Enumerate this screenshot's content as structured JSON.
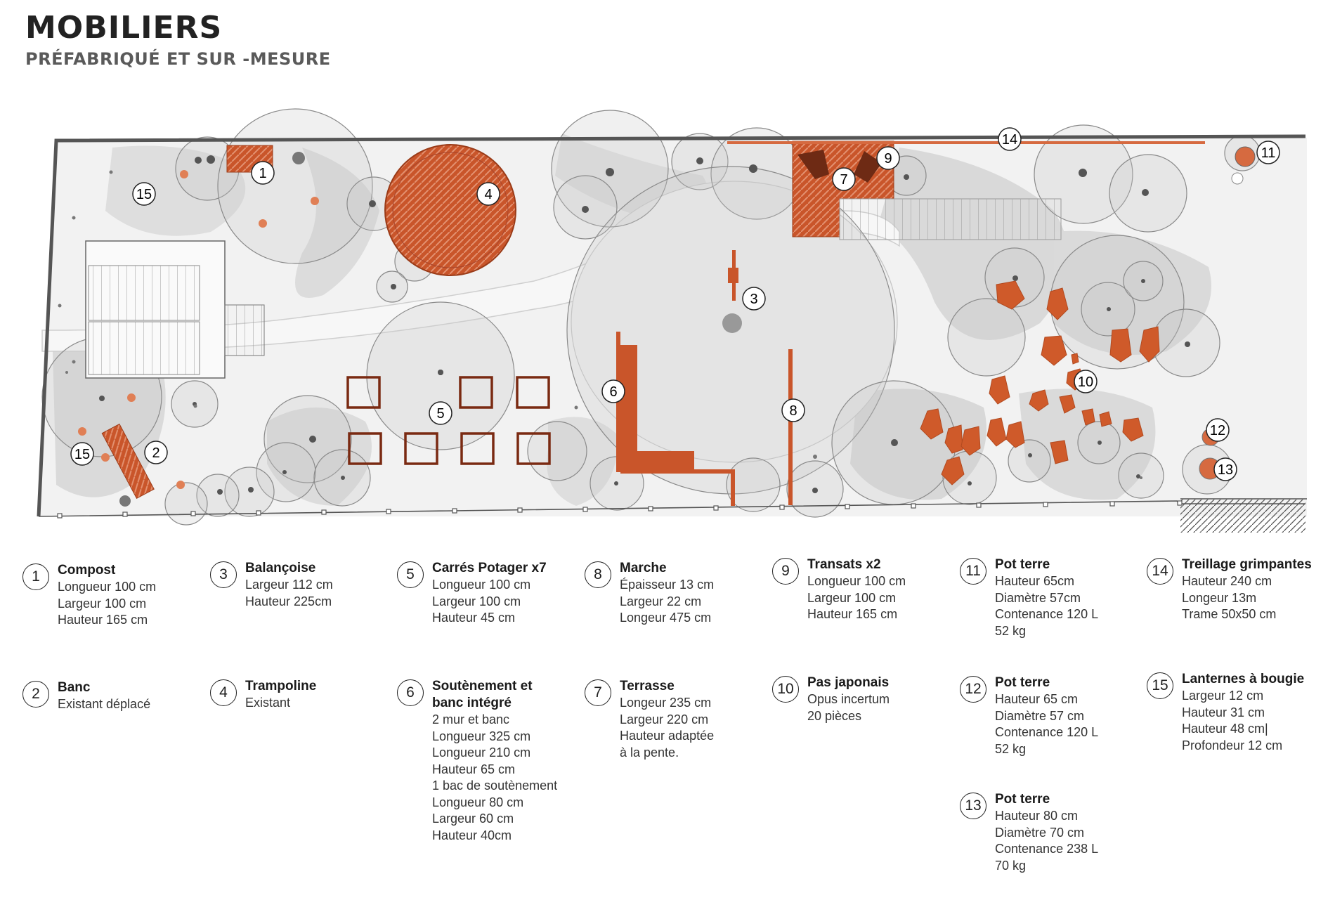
{
  "header": {
    "title": "MOBILIERS",
    "subtitle": "PRÉFABRIQUÉ ET SUR -MESURE"
  },
  "colors": {
    "accent": "#c9552a",
    "shade": "#dcdcdc",
    "wall": "#555555",
    "ink": "#222222"
  },
  "plan_markers": [
    "1",
    "2",
    "3",
    "4",
    "5",
    "6",
    "7",
    "8",
    "9",
    "10",
    "11",
    "12",
    "13",
    "14",
    "15",
    "15"
  ],
  "legend": [
    {
      "num": "1",
      "title": "Compost",
      "lines": [
        "Longueur 100 cm",
        "Largeur 100 cm",
        "Hauteur 165 cm"
      ]
    },
    {
      "num": "2",
      "title": "Banc",
      "lines": [
        "Existant déplacé"
      ]
    },
    {
      "num": "3",
      "title": "Balançoise",
      "lines": [
        "Largeur 112 cm",
        "Hauteur 225cm"
      ]
    },
    {
      "num": "4",
      "title": "Trampoline",
      "lines": [
        "Existant"
      ]
    },
    {
      "num": "5",
      "title": "Carrés Potager x7",
      "lines": [
        "Longueur 100 cm",
        "Largeur 100 cm",
        "Hauteur 45 cm"
      ]
    },
    {
      "num": "6",
      "title": "Soutènement et banc intégré",
      "lines": [
        "2 mur et banc",
        "Longueur 325 cm",
        "Longueur 210 cm",
        "Hauteur 65 cm",
        "1 bac de soutènement",
        "Longueur 80 cm",
        "Largeur 60 cm",
        "Hauteur 40cm"
      ]
    },
    {
      "num": "8",
      "title": "Marche",
      "lines": [
        "Épaisseur 13 cm",
        "Largeur 22 cm",
        "Longeur 475 cm"
      ]
    },
    {
      "num": "7",
      "title": "Terrasse",
      "lines": [
        "Longeur 235 cm",
        "Largeur 220 cm",
        "Hauteur adaptée",
        "à la pente."
      ]
    },
    {
      "num": "9",
      "title": "Transats x2",
      "lines": [
        "Longueur 100 cm",
        "Largeur 100 cm",
        "Hauteur 165 cm"
      ]
    },
    {
      "num": "10",
      "title": "Pas japonais",
      "lines": [
        "Opus incertum",
        "20 pièces"
      ]
    },
    {
      "num": "11",
      "title": "Pot terre",
      "lines": [
        "Hauteur 65cm",
        "Diamètre 57cm",
        "Contenance 120 L",
        "52 kg"
      ]
    },
    {
      "num": "12",
      "title": "Pot terre",
      "lines": [
        "Hauteur 65 cm",
        "Diamètre 57 cm",
        "Contenance 120 L",
        "52 kg"
      ]
    },
    {
      "num": "13",
      "title": "Pot terre",
      "lines": [
        "Hauteur 80 cm",
        "Diamètre 70 cm",
        "Contenance 238 L",
        "70 kg"
      ]
    },
    {
      "num": "14",
      "title": "Treillage grimpantes",
      "lines": [
        "Hauteur 240 cm",
        "Longeur 13m",
        "Trame 50x50 cm"
      ]
    },
    {
      "num": "15",
      "title": "Lanternes  à bougie",
      "lines": [
        "Largeur 12 cm",
        "Hauteur 31 cm",
        "Hauteur 48 cm|",
        "Profondeur 12 cm"
      ]
    }
  ]
}
